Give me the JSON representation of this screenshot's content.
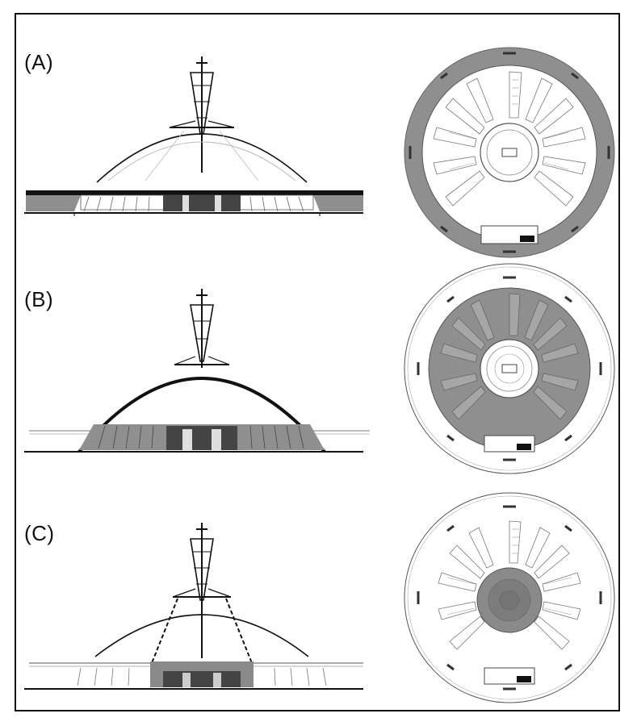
{
  "figure": {
    "panels": [
      {
        "id": "A",
        "label": "(A)",
        "highlight": "outer-ring",
        "shading": "#8f8f8f"
      },
      {
        "id": "B",
        "label": "(B)",
        "highlight": "dome-interior",
        "shading": "#8f8f8f"
      },
      {
        "id": "C",
        "label": "(C)",
        "highlight": "center-altar",
        "shading": "#8a8a8a"
      }
    ],
    "colors": {
      "line": "#111111",
      "shade": "#8f8f8f",
      "light": "#bdbdbd",
      "paper": "#ffffff"
    }
  }
}
